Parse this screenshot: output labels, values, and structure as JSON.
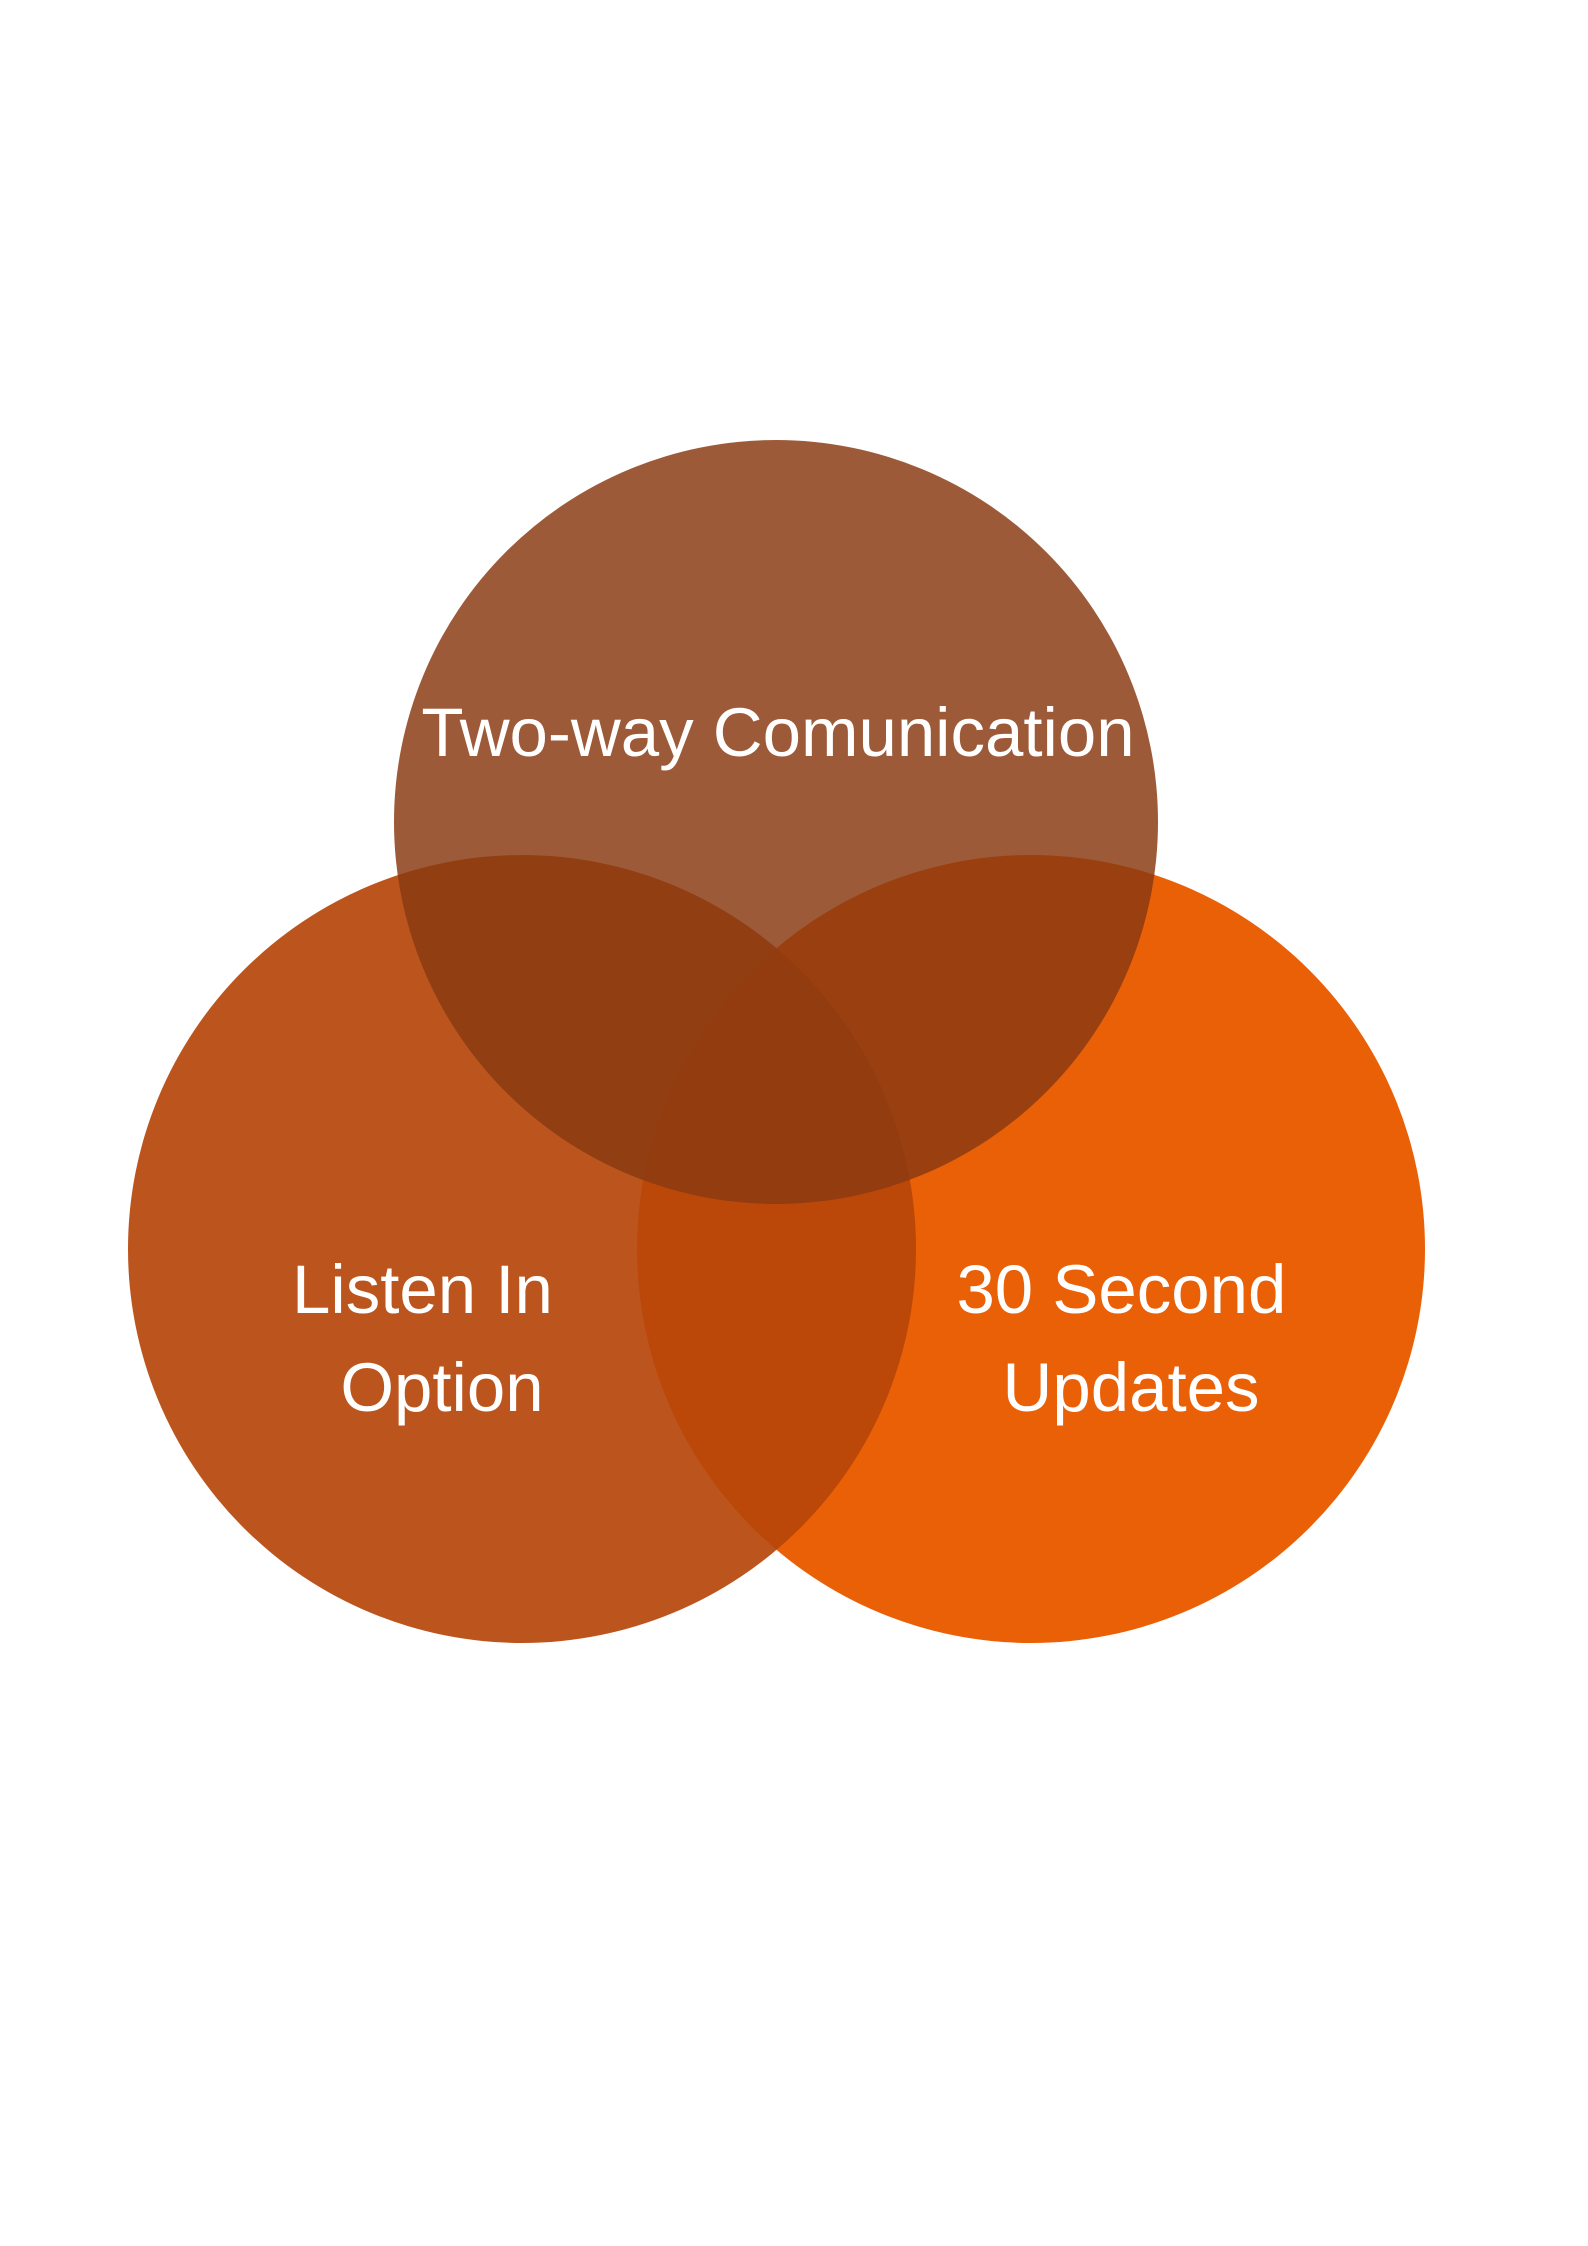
{
  "diagram": {
    "type": "venn",
    "sets": [
      {
        "id": "bottom-right",
        "label_lines": [
          "30 Second",
          "Updates"
        ],
        "color": "#ea6007",
        "opacity": 1
      },
      {
        "id": "bottom-left",
        "label_lines": [
          "Listen In",
          "Option"
        ],
        "color": "#b6470a",
        "opacity": 0.92
      },
      {
        "id": "top",
        "label_lines": [
          "Two-way Comunication"
        ],
        "color": "#8a3a12",
        "opacity": 0.84
      }
    ],
    "background": "#ffffff",
    "label_color": "#ffffff"
  }
}
